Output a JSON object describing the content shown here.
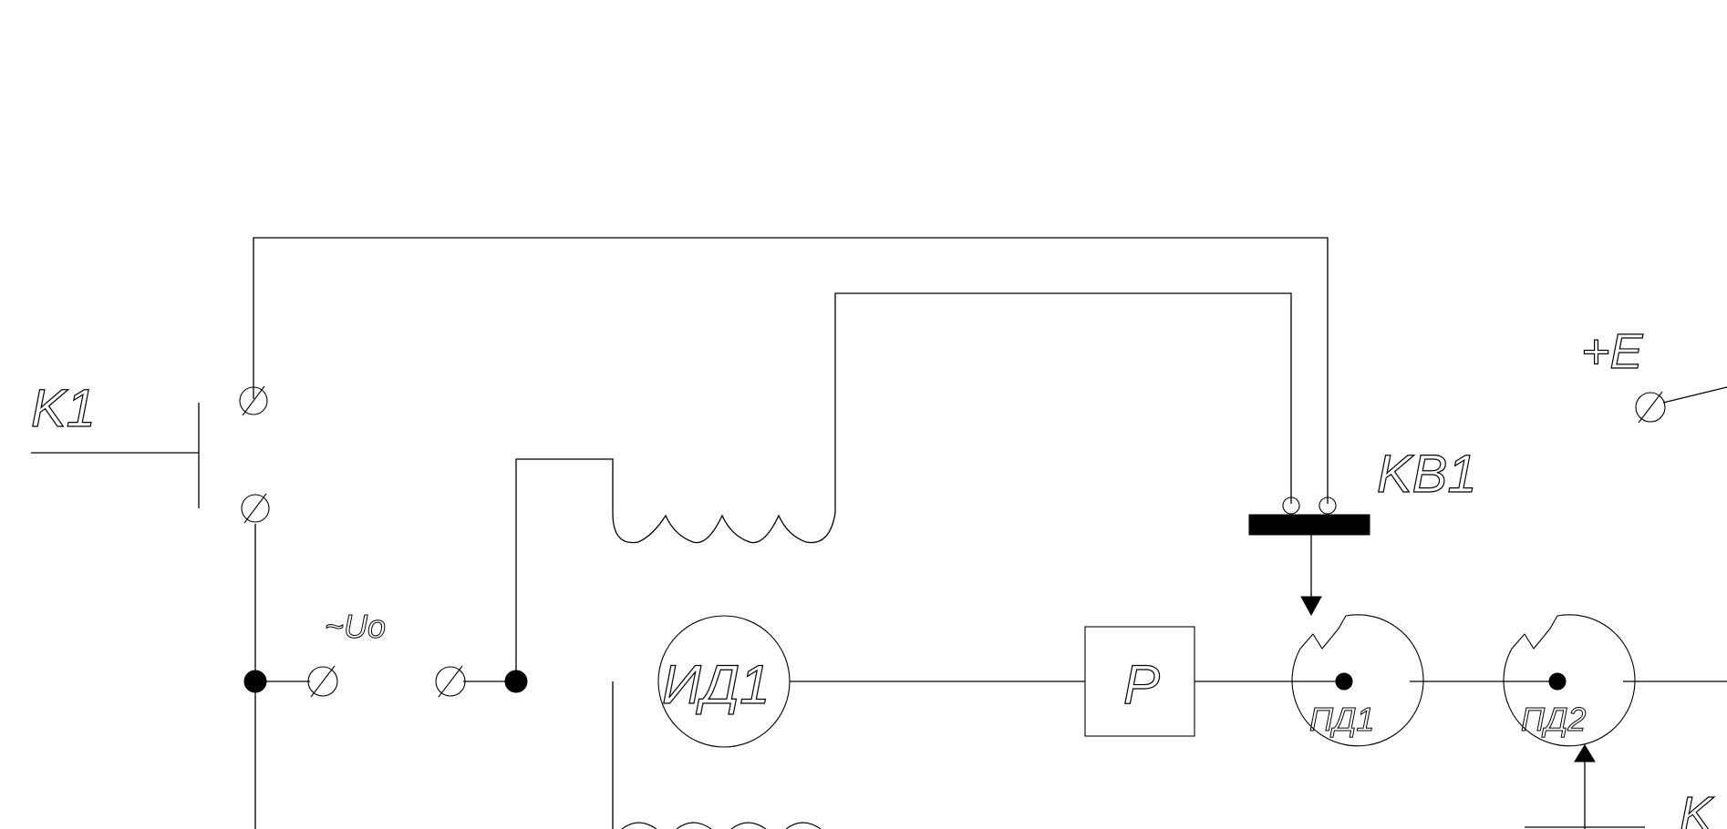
{
  "labels": {
    "k1": "K1",
    "kv1": "KB1",
    "source": "~Uo",
    "plus_e": "+E",
    "id1": "ИД1",
    "p": "P",
    "pd1": "ПД1",
    "pd2": "ПД2",
    "clipped_right": "K"
  }
}
